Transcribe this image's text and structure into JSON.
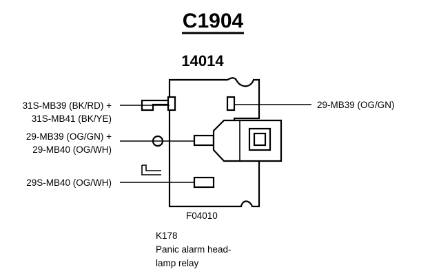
{
  "title": "C1904",
  "part_number": "14014",
  "pins": {
    "top_left_1": "31S-MB39 (BK/RD) +",
    "top_left_2": "31S-MB41 (BK/YE)",
    "mid_left_1": "29-MB39 (OG/GN) +",
    "mid_left_2": "29-MB40 (OG/WH)",
    "bottom_left": "29S-MB40 (OG/WH)",
    "top_right": "29-MB39 (OG/GN)"
  },
  "figure_code": "F04010",
  "relay": {
    "code": "K178",
    "description_line1": "Panic alarm head-",
    "description_line2": "lamp relay"
  }
}
